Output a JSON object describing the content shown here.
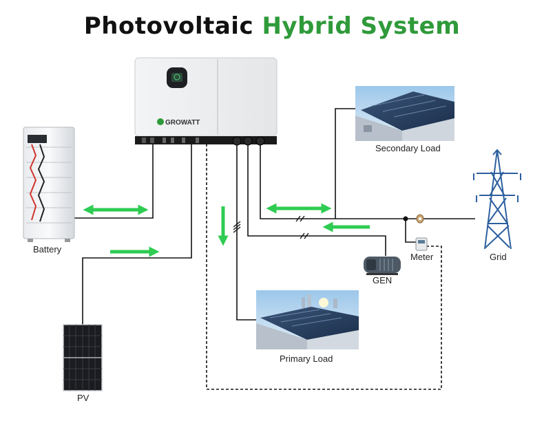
{
  "title": {
    "part1": "Photovoltaic ",
    "part2": "Hybrid System"
  },
  "colors": {
    "accent_green": "#2f9a3a",
    "arrow_green": "#2ecc52",
    "line": "#111111"
  },
  "inverter": {
    "brand": "GROWATT"
  },
  "labels": {
    "battery": "Battery",
    "pv": "PV",
    "secondary_load": "Secondary Load",
    "primary_load": "Primary Load",
    "grid": "Grid",
    "meter": "Meter",
    "gen": "GEN"
  }
}
